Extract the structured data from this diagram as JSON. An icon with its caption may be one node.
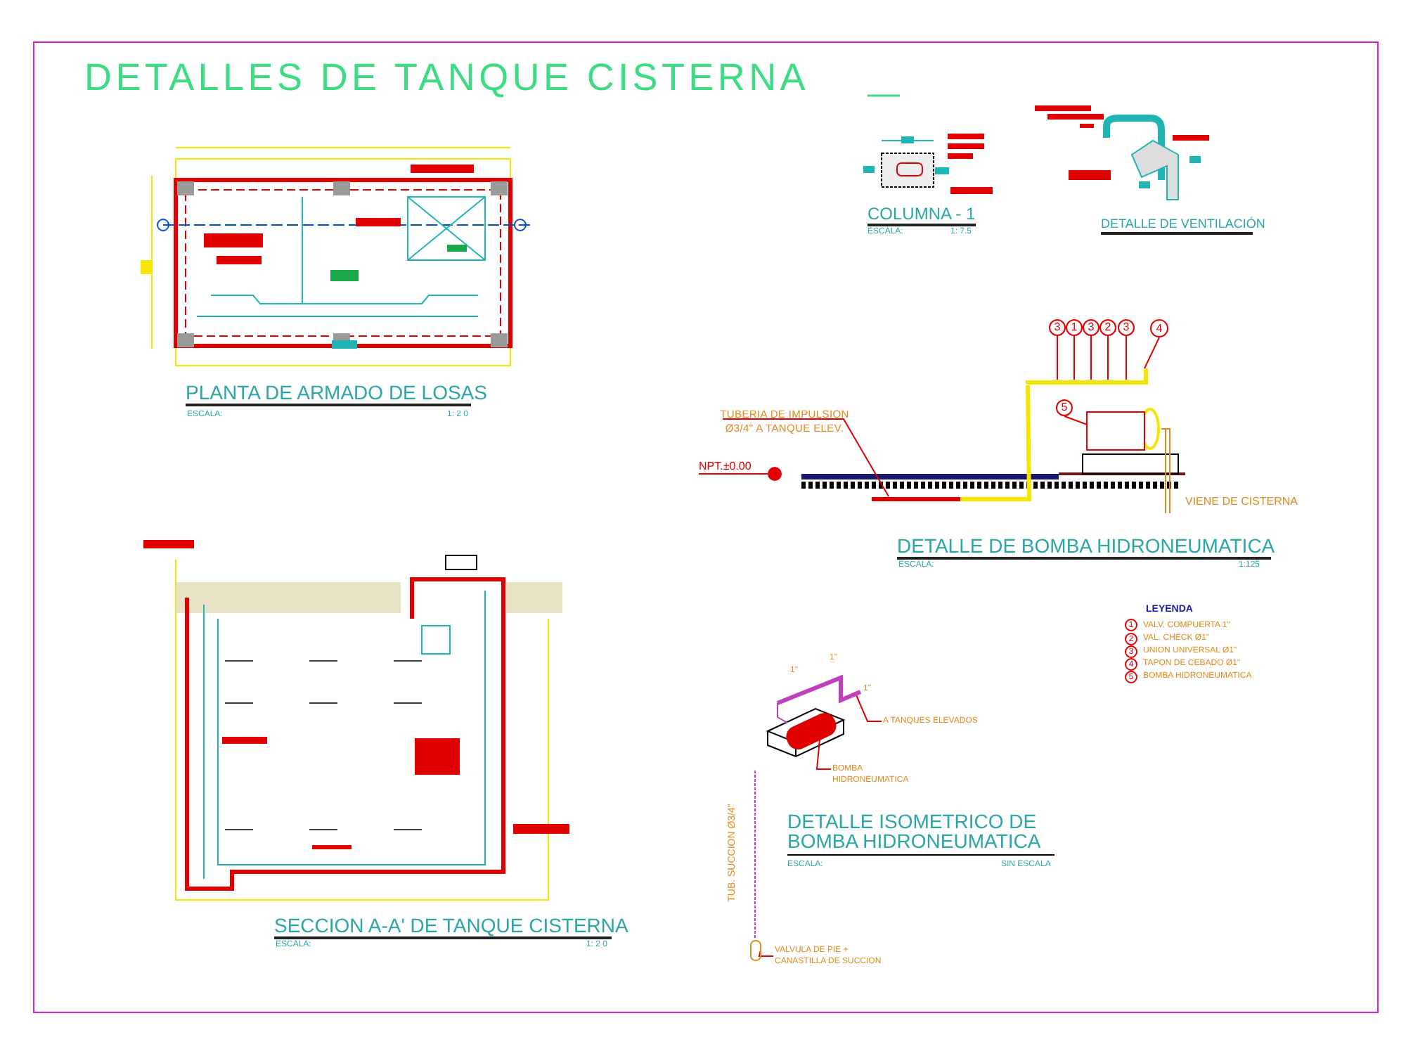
{
  "diagram": {
    "title": "DETALLES DE TANQUE CISTERNA",
    "nodes": [
      {
        "text": [
          "TUBERIA DE IMPULSION Ø3/4\" A TANQUE ELEV."
        ]
      },
      {
        "text": [
          "A TANQUES ELEVADOS"
        ]
      },
      {
        "text": [
          "BOMBA HIDRONEUMATICA"
        ]
      },
      {
        "text": [
          "VALVULA DE PIE + CANASTILLA DE SUCCION"
        ]
      },
      {
        "text": [
          "3"
        ]
      },
      {
        "text": [
          "1"
        ]
      },
      {
        "text": [
          "3"
        ]
      },
      {
        "text": [
          "2"
        ]
      },
      {
        "text": [
          "3"
        ]
      },
      {
        "text": [
          "4"
        ]
      },
      {
        "text": [
          "5"
        ]
      },
      {
        "text": [],
        "shape": "bar"
      },
      {
        "text": [],
        "shape": "bar"
      },
      {
        "text": [],
        "shape": "box"
      },
      {
        "text": [],
        "shape": "bar",
        "beside": [
          "1\"",
          "1\"",
          "1\""
        ]
      },
      {
        "text": [],
        "shape": "cylinder"
      },
      {
        "text": [],
        "shape": "cylinder"
      },
      {
        "text": [
          "NPT.±0.00"
        ]
      },
      {
        "text": [],
        "shape": "circle"
      }
    ],
    "edges": [
      {
        "from": 0,
        "to": 12,
        "arrow": "none"
      },
      {
        "from": 1,
        "to": 14,
        "arrow": "none"
      },
      {
        "from": 2,
        "to": 15,
        "arrow": "none"
      },
      {
        "from": 3,
        "to": 16,
        "arrow": "none"
      },
      {
        "from": 4,
        "to": 11,
        "arrow": "none"
      },
      {
        "from": 5,
        "to": 11,
        "arrow": "none"
      },
      {
        "from": 6,
        "to": 11,
        "arrow": "none"
      },
      {
        "from": 7,
        "to": 11,
        "arrow": "none"
      },
      {
        "from": 8,
        "to": 11,
        "arrow": "none"
      },
      {
        "from": 9,
        "to": 11,
        "arrow": "none"
      },
      {
        "from": 10,
        "to": 13,
        "arrow": "none"
      },
      {
        "from": 17,
        "to": 18,
        "arrow": "none"
      },
      {
        "from": 12,
        "to": 11,
        "arrow": "none",
        "style": "thick",
        "color": "#f5e600"
      },
      {
        "from": 14,
        "to": 15,
        "arrow": "none",
        "color": "#c040c0"
      }
    ],
    "labels": [
      "PLANTA DE ARMADO DE LOSAS",
      "ESCALA:",
      "1: 2 0",
      "COLUMNA - 1",
      "ESCALA:",
      "1: 7.5",
      "DETALLE DE VENTILACIÓN",
      "VIENE DE CISTERNA",
      "DETALLE DE BOMBA HIDRONEUMATICA",
      "ESCALA:",
      "1:125",
      "LEYENDA",
      "1",
      "2",
      "3",
      "4",
      "5",
      "DETALLE ISOMETRICO DE BOMBA HIDRONEUMATICA",
      "ESCALA:",
      "SIN ESCALA",
      "TUB. SUCCION Ø3/4\"",
      "SECCION A-A' DE TANQUE CISTERNA",
      "ESCALA:",
      "1: 2 0"
    ],
    "legend": [
      {
        "text": "VALV. COMPUERTA 1\""
      },
      {
        "text": "VAL. CHECK Ø1\""
      },
      {
        "text": "UNION UNIVERSAL Ø1\""
      },
      {
        "text": "TAPON DE CEBADO Ø1\""
      },
      {
        "text": "BOMBA HIDRONEUMATICA"
      }
    ]
  }
}
